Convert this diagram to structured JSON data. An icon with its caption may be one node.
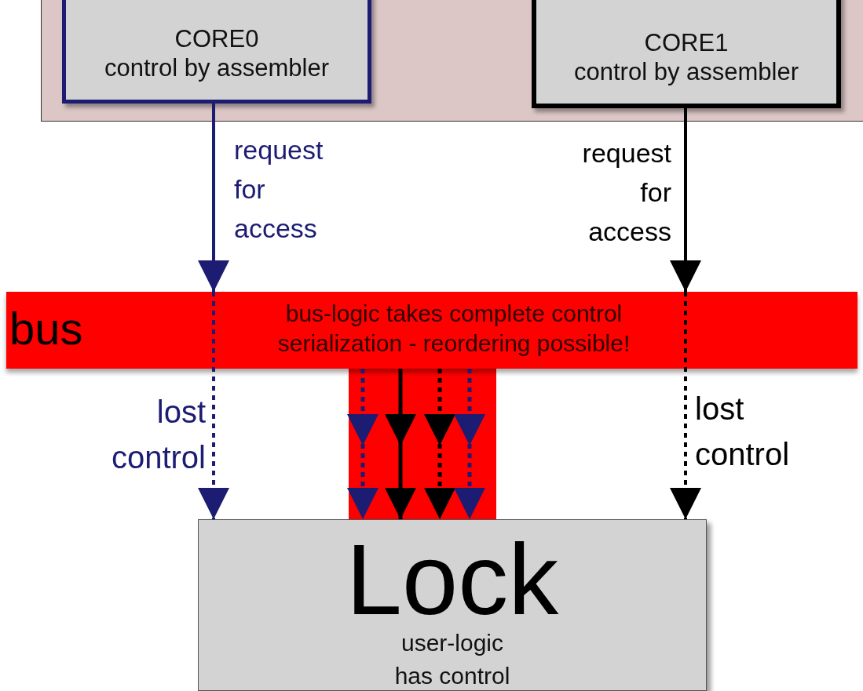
{
  "diagram": {
    "nodes": [
      {
        "text": [],
        "shape": "box"
      },
      {
        "text": [
          "CORE0",
          "control by assembler"
        ],
        "in": 0
      },
      {
        "text": [
          "CORE1",
          "control by assembler"
        ],
        "in": 0
      },
      {
        "text": [
          "bus",
          "bus-logic takes complete control",
          "serialization - reordering possible!"
        ]
      },
      {
        "text": [
          "Lock",
          "user-logic has control"
        ]
      }
    ],
    "edges": [
      {
        "from": 1,
        "to": 3,
        "arrow": "to",
        "label": "request for access",
        "color": "#1c1c73"
      },
      {
        "from": 2,
        "to": 3,
        "arrow": "to",
        "label": "request for access",
        "color": "#000000"
      },
      {
        "from": 3,
        "to": 4,
        "arrow": "to",
        "label": "lost control",
        "style": "dashed",
        "color": "#1c1c73"
      },
      {
        "from": 3,
        "to": 4,
        "arrow": "to",
        "label": "lost control",
        "style": "dashed",
        "color": "#000000"
      },
      {
        "from": 3,
        "to": 4,
        "arrow": "to",
        "style": "dashed",
        "color": "#1c1c73"
      },
      {
        "from": 3,
        "to": 4,
        "arrow": "to",
        "color": "#000000"
      },
      {
        "from": 3,
        "to": 4,
        "arrow": "to",
        "style": "dashed",
        "color": "#000000"
      },
      {
        "from": 3,
        "to": 4,
        "arrow": "to",
        "style": "dashed",
        "color": "#1c1c73"
      }
    ]
  }
}
